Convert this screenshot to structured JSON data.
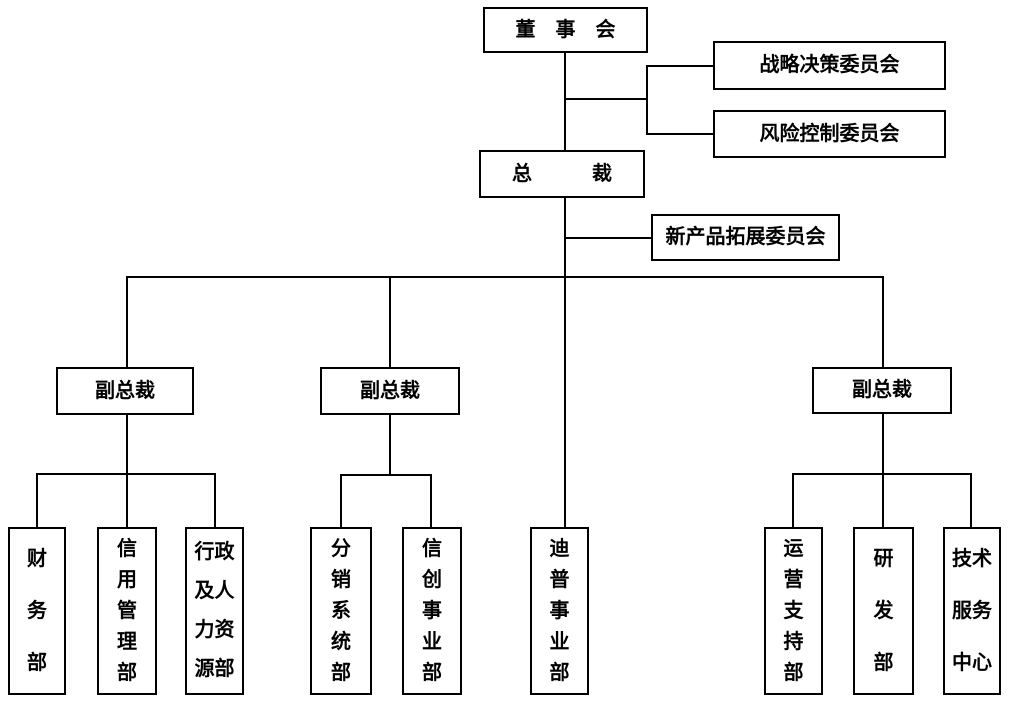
{
  "diagram": {
    "type": "org-chart",
    "nodes": {
      "board": "董　事　会",
      "strategy_committee": "战略决策委员会",
      "risk_committee": "风险控制委员会",
      "president": "总　　　裁",
      "new_product_committee": "新产品拓展委员会",
      "vp_left": "副总裁",
      "vp_middle": "副总裁",
      "vp_right": "副总裁",
      "finance": "财\n务\n部",
      "credit": "信\n用\n管\n理\n部",
      "admin_hr": "行政\n及人\n力资\n源部",
      "distribution": "分\n销\n系\n统\n部",
      "xinchuang": "信\n创\n事\n业\n部",
      "dipu": "迪\n普\n事\n业\n部",
      "operations": "运\n营\n支\n持\n部",
      "rnd": "研\n发\n部",
      "tech_center": "技术\n服务\n中心"
    },
    "edges": [
      {
        "from": "board",
        "to": "president"
      },
      {
        "from": "board",
        "to": "strategy_committee"
      },
      {
        "from": "board",
        "to": "risk_committee"
      },
      {
        "from": "president",
        "to": "new_product_committee"
      },
      {
        "from": "president",
        "to": "vp_left"
      },
      {
        "from": "president",
        "to": "vp_middle"
      },
      {
        "from": "president",
        "to": "vp_right"
      },
      {
        "from": "president",
        "to": "dipu"
      },
      {
        "from": "vp_left",
        "to": "finance"
      },
      {
        "from": "vp_left",
        "to": "credit"
      },
      {
        "from": "vp_left",
        "to": "admin_hr"
      },
      {
        "from": "vp_middle",
        "to": "distribution"
      },
      {
        "from": "vp_middle",
        "to": "xinchuang"
      },
      {
        "from": "vp_right",
        "to": "operations"
      },
      {
        "from": "vp_right",
        "to": "rnd"
      },
      {
        "from": "vp_right",
        "to": "tech_center"
      }
    ],
    "colors": {
      "background": "#ffffff",
      "line": "#000000",
      "text": "#000000"
    }
  }
}
